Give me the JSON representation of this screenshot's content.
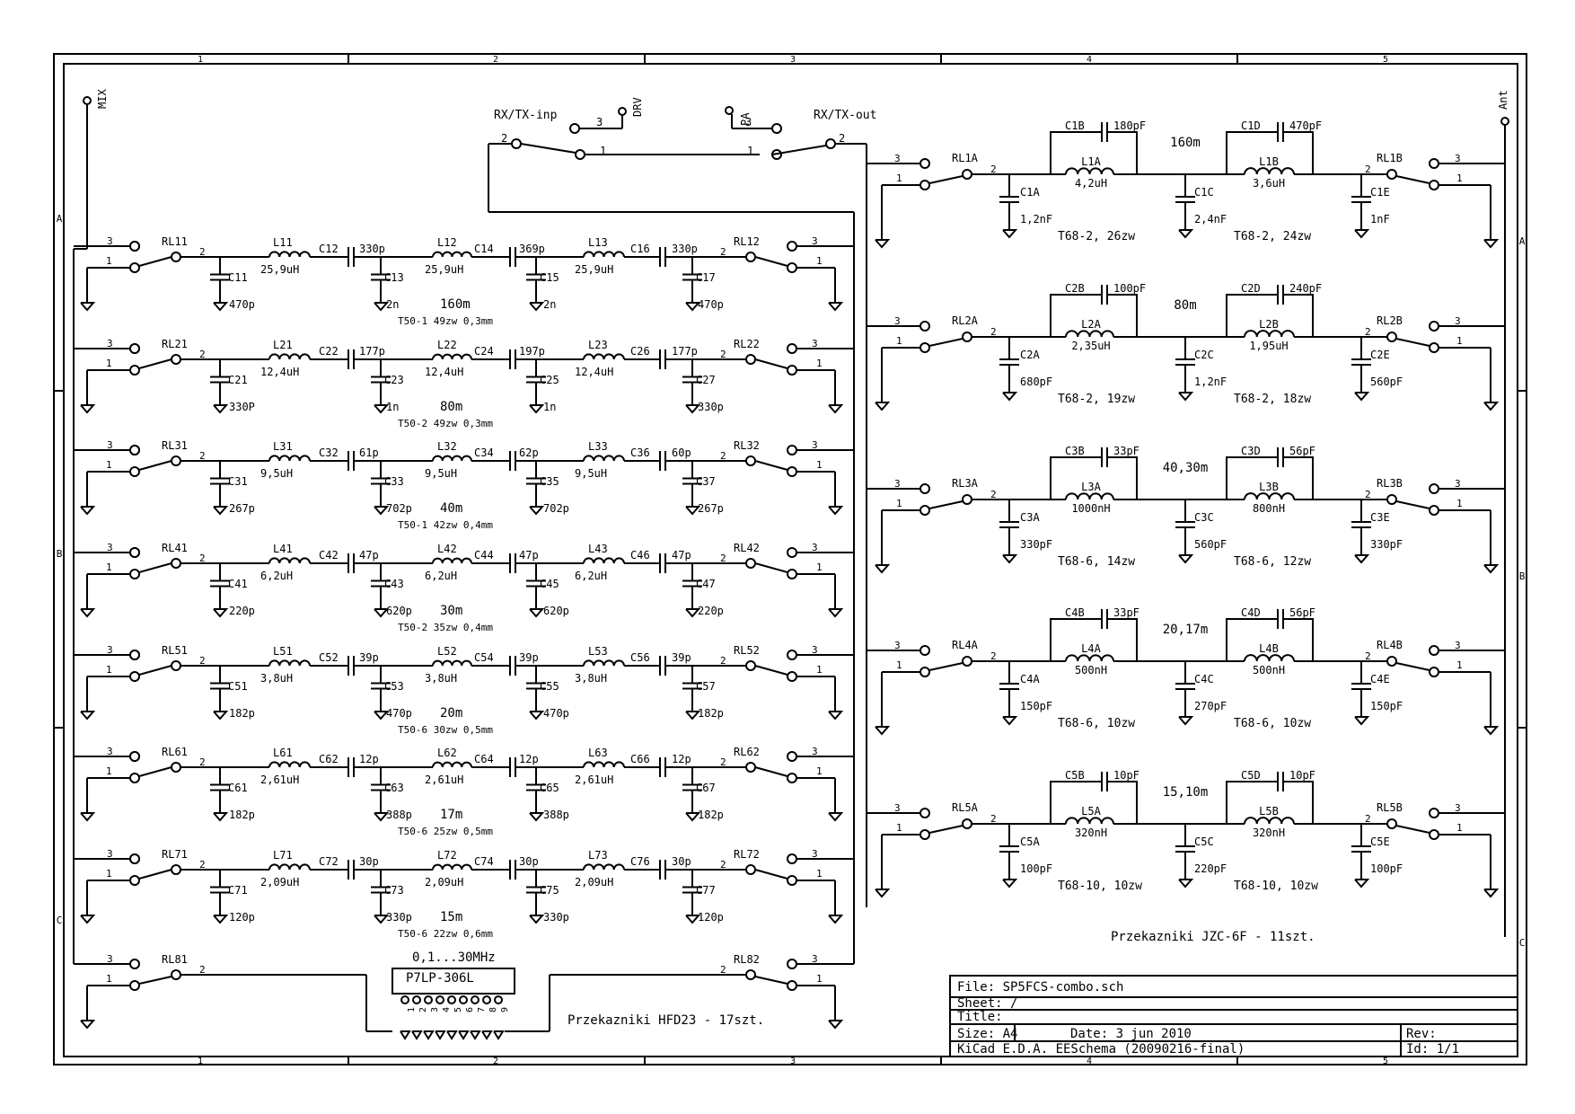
{
  "frame": {
    "top_cols": [
      "1",
      "2",
      "3",
      "4",
      "5"
    ],
    "bottom_cols": [
      "1",
      "2",
      "3",
      "4",
      "5"
    ],
    "left_rows": [
      "A",
      "B",
      "C"
    ],
    "right_rows": [
      "A",
      "B",
      "C"
    ]
  },
  "ports": {
    "mix": "MIX",
    "drv": "DRV",
    "pa": "PA",
    "ant": "Ant",
    "rx_inp": "RX/TX-inp",
    "rx_out": "RX/TX-out",
    "pin1": "1",
    "pin2": "2",
    "pin3": "3"
  },
  "lpf_rows": [
    {
      "rl_in": "RL11",
      "rl_out": "RL12",
      "l": [
        "L11",
        "L12",
        "L13"
      ],
      "l_val": "25,9uH",
      "cs": [
        "C12",
        "C14",
        "C16"
      ],
      "cs_val": [
        "330p",
        "369p",
        "330p"
      ],
      "cp": [
        "C11",
        "C13",
        "C15",
        "C17"
      ],
      "cp_val": [
        "470p",
        "2n",
        "2n",
        "470p"
      ],
      "band": "160m",
      "core": "T50-1 49zw 0,3mm"
    },
    {
      "rl_in": "RL21",
      "rl_out": "RL22",
      "l": [
        "L21",
        "L22",
        "L23"
      ],
      "l_val": "12,4uH",
      "cs": [
        "C22",
        "C24",
        "C26"
      ],
      "cs_val": [
        "177p",
        "197p",
        "177p"
      ],
      "cp": [
        "C21",
        "C23",
        "C25",
        "C27"
      ],
      "cp_val": [
        "330P",
        "1n",
        "1n",
        "330p"
      ],
      "band": "80m",
      "core": "T50-2 49zw 0,3mm"
    },
    {
      "rl_in": "RL31",
      "rl_out": "RL32",
      "l": [
        "L31",
        "L32",
        "L33"
      ],
      "l_val": "9,5uH",
      "cs": [
        "C32",
        "C34",
        "C36"
      ],
      "cs_val": [
        "61p",
        "62p",
        "60p"
      ],
      "cp": [
        "C31",
        "C33",
        "C35",
        "C37"
      ],
      "cp_val": [
        "267p",
        "702p",
        "702p",
        "267p"
      ],
      "band": "40m",
      "core": "T50-1 42zw 0,4mm"
    },
    {
      "rl_in": "RL41",
      "rl_out": "RL42",
      "l": [
        "L41",
        "L42",
        "L43"
      ],
      "l_val": "6,2uH",
      "cs": [
        "C42",
        "C44",
        "C46"
      ],
      "cs_val": [
        "47p",
        "47p",
        "47p"
      ],
      "cp": [
        "C41",
        "C43",
        "C45",
        "C47"
      ],
      "cp_val": [
        "220p",
        "620p",
        "620p",
        "220p"
      ],
      "band": "30m",
      "core": "T50-2 35zw 0,4mm"
    },
    {
      "rl_in": "RL51",
      "rl_out": "RL52",
      "l": [
        "L51",
        "L52",
        "L53"
      ],
      "l_val": "3,8uH",
      "cs": [
        "C52",
        "C54",
        "C56"
      ],
      "cs_val": [
        "39p",
        "39p",
        "39p"
      ],
      "cp": [
        "C51",
        "C53",
        "C55",
        "C57"
      ],
      "cp_val": [
        "182p",
        "470p",
        "470p",
        "182p"
      ],
      "band": "20m",
      "core": "T50-6 30zw 0,5mm"
    },
    {
      "rl_in": "RL61",
      "rl_out": "RL62",
      "l": [
        "L61",
        "L62",
        "L63"
      ],
      "l_val": "2,61uH",
      "cs": [
        "C62",
        "C64",
        "C66"
      ],
      "cs_val": [
        "12p",
        "12p",
        "12p"
      ],
      "cp": [
        "C61",
        "C63",
        "C65",
        "C67"
      ],
      "cp_val": [
        "182p",
        "388p",
        "388p",
        "182p"
      ],
      "band": "17m",
      "core": "T50-6 25zw 0,5mm"
    },
    {
      "rl_in": "RL71",
      "rl_out": "RL72",
      "l": [
        "L71",
        "L72",
        "L73"
      ],
      "l_val": "2,09uH",
      "cs": [
        "C72",
        "C74",
        "C76"
      ],
      "cs_val": [
        "30p",
        "30p",
        "30p"
      ],
      "cp": [
        "C71",
        "C73",
        "C75",
        "C77"
      ],
      "cp_val": [
        "120p",
        "330p",
        "330p",
        "120p"
      ],
      "band": "15m",
      "core": "T50-6 22zw 0,6mm"
    }
  ],
  "bypass": {
    "rl_in": "RL81",
    "rl_out": "RL82",
    "range": "0,1...30MHz",
    "module": "P7LP-306L",
    "pins": [
      "1",
      "2",
      "3",
      "4",
      "5",
      "6",
      "7",
      "8",
      "9"
    ]
  },
  "bpf_rows": [
    {
      "rl_in": "RL1A",
      "rl_out": "RL1B",
      "band": "160m",
      "ctop": [
        "C1B",
        "C1D"
      ],
      "ctop_val": [
        "180pF",
        "470pF"
      ],
      "l": [
        "L1A",
        "L1B"
      ],
      "l_val": [
        "4,2uH",
        "3,6uH"
      ],
      "cp": [
        "C1A",
        "C1C",
        "C1E"
      ],
      "cp_val": [
        "1,2nF",
        "2,4nF",
        "1nF"
      ],
      "core": [
        "T68-2, 26zw",
        "T68-2, 24zw"
      ]
    },
    {
      "rl_in": "RL2A",
      "rl_out": "RL2B",
      "band": "80m",
      "ctop": [
        "C2B",
        "C2D"
      ],
      "ctop_val": [
        "100pF",
        "240pF"
      ],
      "l": [
        "L2A",
        "L2B"
      ],
      "l_val": [
        "2,35uH",
        "1,95uH"
      ],
      "cp": [
        "C2A",
        "C2C",
        "C2E"
      ],
      "cp_val": [
        "680pF",
        "1,2nF",
        "560pF"
      ],
      "core": [
        "T68-2, 19zw",
        "T68-2, 18zw"
      ]
    },
    {
      "rl_in": "RL3A",
      "rl_out": "RL3B",
      "band": "40,30m",
      "ctop": [
        "C3B",
        "C3D"
      ],
      "ctop_val": [
        "33pF",
        "56pF"
      ],
      "l": [
        "L3A",
        "L3B"
      ],
      "l_val": [
        "1000nH",
        "800nH"
      ],
      "cp": [
        "C3A",
        "C3C",
        "C3E"
      ],
      "cp_val": [
        "330pF",
        "560pF",
        "330pF"
      ],
      "core": [
        "T68-6, 14zw",
        "T68-6, 12zw"
      ]
    },
    {
      "rl_in": "RL4A",
      "rl_out": "RL4B",
      "band": "20,17m",
      "ctop": [
        "C4B",
        "C4D"
      ],
      "ctop_val": [
        "33pF",
        "56pF"
      ],
      "l": [
        "L4A",
        "L4B"
      ],
      "l_val": [
        "500nH",
        "500nH"
      ],
      "cp": [
        "C4A",
        "C4C",
        "C4E"
      ],
      "cp_val": [
        "150pF",
        "270pF",
        "150pF"
      ],
      "core": [
        "T68-6, 10zw",
        "T68-6, 10zw"
      ]
    },
    {
      "rl_in": "RL5A",
      "rl_out": "RL5B",
      "band": "15,10m",
      "ctop": [
        "C5B",
        "C5D"
      ],
      "ctop_val": [
        "10pF",
        "10pF"
      ],
      "l": [
        "L5A",
        "L5B"
      ],
      "l_val": [
        "320nH",
        "320nH"
      ],
      "cp": [
        "C5A",
        "C5C",
        "C5E"
      ],
      "cp_val": [
        "100pF",
        "220pF",
        "100pF"
      ],
      "core": [
        "T68-10, 10zw",
        "T68-10, 10zw"
      ]
    }
  ],
  "notes": {
    "hfd": "Przekazniki  HFD23  - 17szt.",
    "jzc": "Przekazniki JZC-6F  - 11szt."
  },
  "title_block": {
    "file": "File: SP5FCS-combo.sch",
    "sheet": "Sheet: /",
    "title": "Title:",
    "size": "Size: A4",
    "date": "Date: 3 jun 2010",
    "rev": "Rev:",
    "kicad": "KiCad E.D.A.  EESchema (20090216-final)",
    "id": "Id: 1/1"
  }
}
